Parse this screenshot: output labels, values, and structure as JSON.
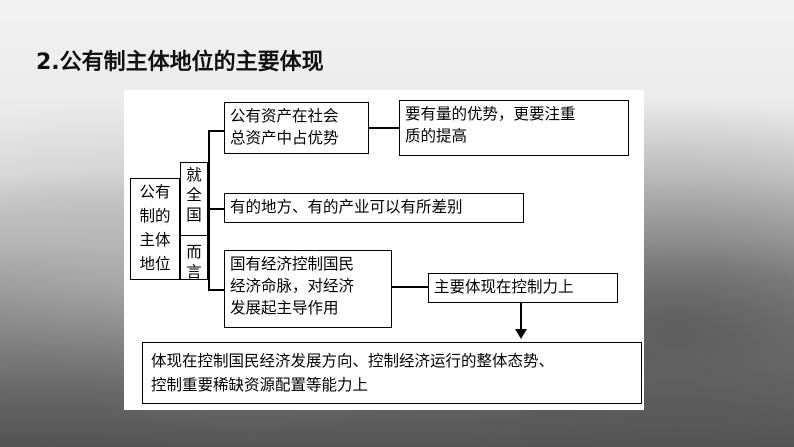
{
  "heading": "2.公有制主体地位的主要体现",
  "diagram": {
    "root": [
      "公有",
      "制的",
      "主体",
      "地位"
    ],
    "scope_top": [
      "就",
      "全",
      "国"
    ],
    "scope_bottom": [
      "而",
      "言"
    ],
    "branch1": [
      "公有资产在社会",
      "总资产中占优势"
    ],
    "branch1_note": [
      "要有量的优势，更要注重",
      "质的提高"
    ],
    "branch2": "有的地方、有的产业可以有所差别",
    "branch3": [
      "国有经济控制国民",
      "经济命脉，对经济",
      "发展起主导作用"
    ],
    "branch3_note": "主要体现在控制力上",
    "conclusion": [
      "体现在控制国民经济发展方向、控制经济运行的整体态势、",
      "控制重要稀缺资源配置等能力上"
    ]
  }
}
